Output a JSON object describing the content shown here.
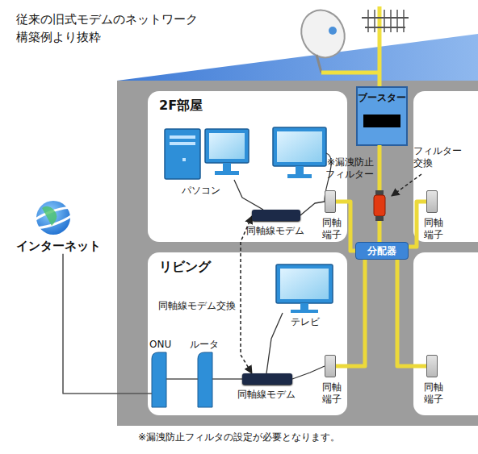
{
  "diagram": {
    "title": "従来の旧式モデムのネットワーク 構築例より抜粋",
    "caption": "※漏洩防止フィルタの設定が必要となります。",
    "nodes": [
      {
        "text": [
          "2F部屋"
        ]
      },
      {
        "text": [
          "パソコン"
        ],
        "in": 0
      },
      {
        "text": [
          "同軸線モデム"
        ],
        "in": 0
      },
      {
        "text": [
          "同軸 端子"
        ],
        "in": 0
      },
      {
        "text": [
          "ブースター"
        ]
      },
      {
        "text": [
          "※漏洩防止 フィルター"
        ]
      },
      {
        "text": [
          "分配器"
        ]
      },
      {
        "text": [
          "同軸 端子"
        ]
      },
      {
        "text": [
          "リビング"
        ]
      },
      {
        "text": [
          "テレビ"
        ],
        "in": 8
      },
      {
        "text": [
          "ONU"
        ],
        "in": 8
      },
      {
        "text": [
          "ルータ"
        ],
        "in": 8
      },
      {
        "text": [
          "同軸線モデム"
        ],
        "in": 8
      },
      {
        "text": [
          "同軸 端子"
        ],
        "in": 8
      },
      {
        "text": [
          "同軸 端子"
        ]
      },
      {
        "text": [
          "インターネット"
        ]
      }
    ],
    "edges": [
      {
        "from": 1,
        "to": 2,
        "arrow": "none"
      },
      {
        "from": 2,
        "to": 3,
        "arrow": "none"
      },
      {
        "from": 3,
        "to": 6,
        "arrow": "none"
      },
      {
        "from": 4,
        "to": 5,
        "arrow": "none"
      },
      {
        "from": 5,
        "to": 6,
        "arrow": "none"
      },
      {
        "from": 6,
        "to": 7,
        "arrow": "none"
      },
      {
        "from": 15,
        "to": 10,
        "arrow": "none"
      },
      {
        "from": 10,
        "to": 11,
        "arrow": "none"
      },
      {
        "from": 11,
        "to": 12,
        "arrow": "none"
      },
      {
        "from": 12,
        "to": 9,
        "arrow": "none"
      },
      {
        "from": 12,
        "to": 13,
        "arrow": "none"
      },
      {
        "from": 6,
        "to": 13,
        "arrow": "none"
      },
      {
        "from": 6,
        "to": 14,
        "arrow": "none"
      },
      {
        "from": 2,
        "to": 12,
        "label": "同軸線モデム交換",
        "arrow": "both"
      }
    ],
    "labels": [
      "フィルター 交換"
    ]
  }
}
